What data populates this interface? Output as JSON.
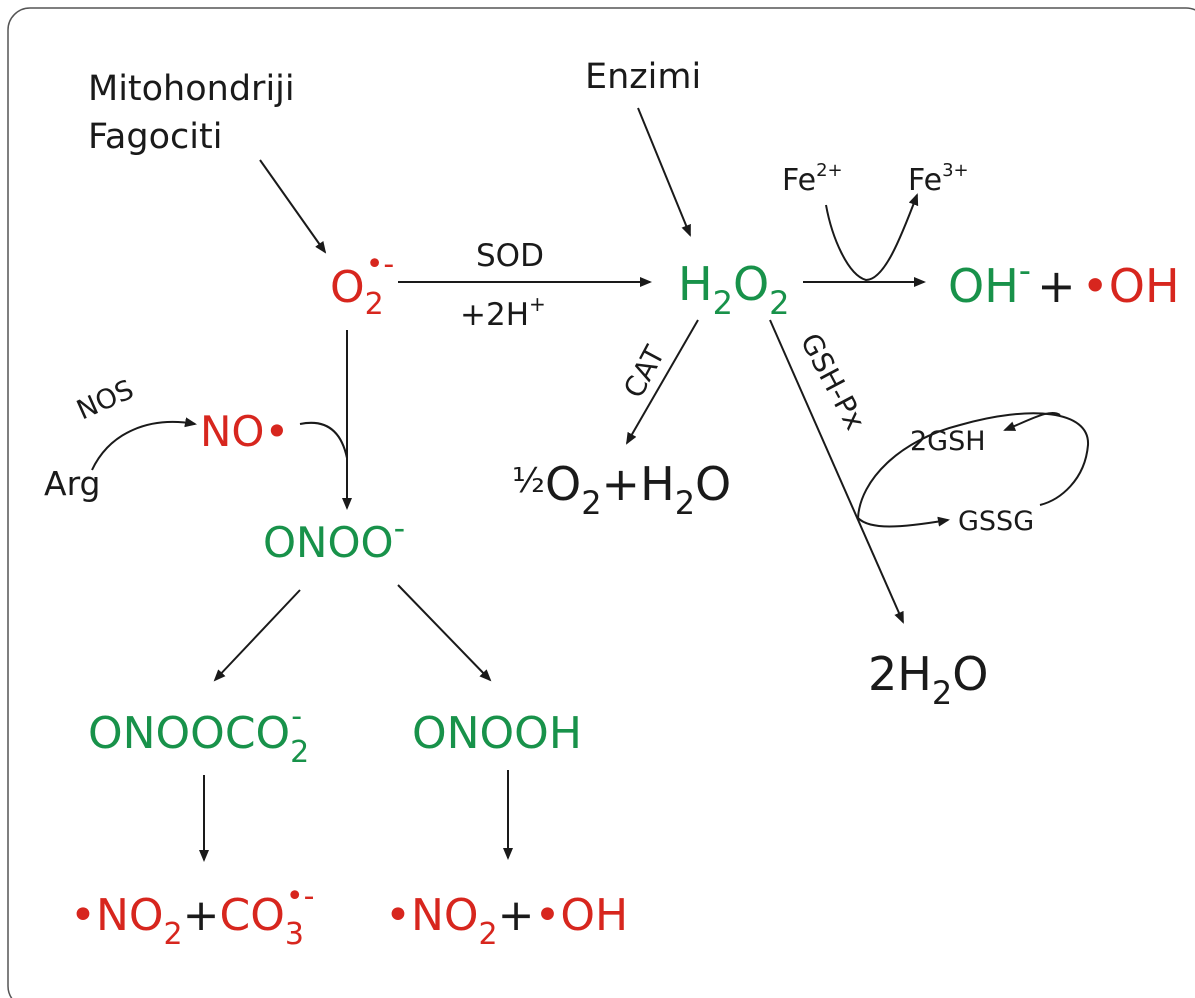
{
  "colors": {
    "radical": "#d7261e",
    "species": "#18924a",
    "neutral": "#1a1a1a"
  },
  "sources": {
    "line1": "Mitohondriji",
    "line2": "Fagociti",
    "enzymes": "Enzimi"
  },
  "nodes": {
    "superoxide": {
      "base": "O",
      "sub": "2",
      "sup": "•-"
    },
    "h2o2": {
      "h": "H",
      "s1": "2",
      "o": "O",
      "s2": "2"
    },
    "hydroxyl_pair": {
      "oh": "OH",
      "minus": "-",
      "plus": "+",
      "dot_oh": "•OH"
    },
    "nitric_oxide": "NO•",
    "arg": "Arg",
    "peroxynitrite": {
      "base": "ONOO",
      "sup": "-"
    },
    "nitrosoperoxycarbonate": {
      "base": "ONOOCO",
      "sub": "2",
      "sup": "-"
    },
    "peroxynitrous_acid": "ONOOH",
    "product_left": {
      "dot_no": "•NO",
      "sub1": "2",
      "plus": "+",
      "co": "CO",
      "sub2": "3",
      "sup": "•-"
    },
    "product_right": {
      "dot_no": "•NO",
      "sub1": "2",
      "plus": "+",
      "dot_oh": "•OH"
    },
    "half_o2_water": {
      "half": "½",
      "o": "O",
      "sub1": "2",
      "plus": "+",
      "h": "H",
      "sub2": "2",
      "o2": "O"
    },
    "two_water": {
      "two_h": "2H",
      "sub": "2",
      "o": "O"
    },
    "fe2": {
      "base": "Fe",
      "sup": "2+"
    },
    "fe3": {
      "base": "Fe",
      "sup": "3+"
    },
    "gsh": "2GSH",
    "gssg": "GSSG"
  },
  "labels": {
    "sod": "SOD",
    "protons": {
      "base": "+2H",
      "sup": "+"
    },
    "nos": "NOS",
    "cat": "CAT",
    "gshpx": "GSH-Px"
  }
}
